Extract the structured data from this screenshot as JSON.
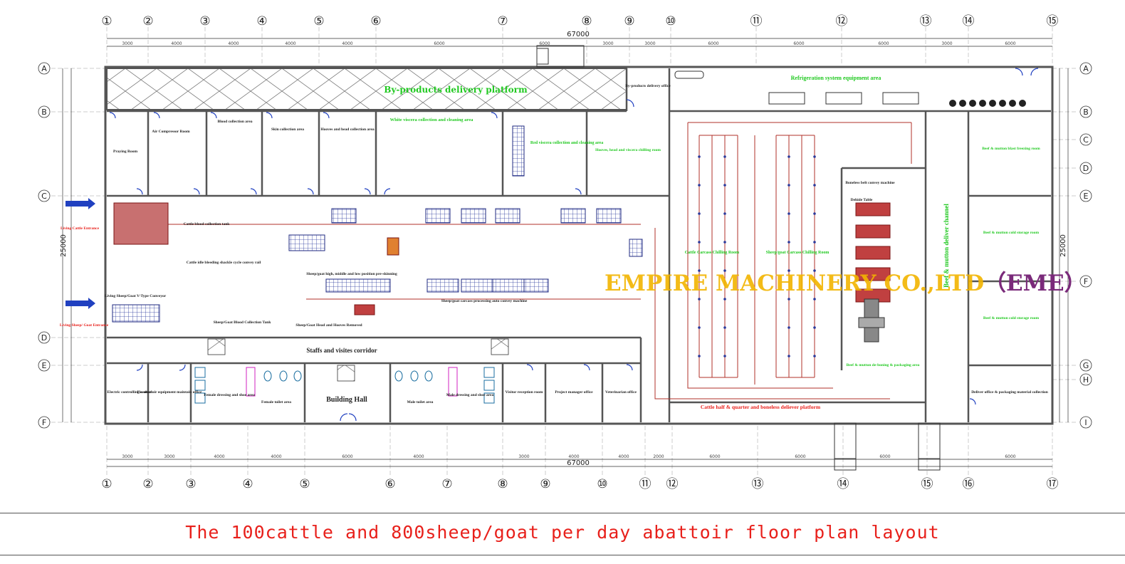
{
  "total_width_dim": "67000",
  "total_height_dim": "25000",
  "top_axes": [
    "①",
    "②",
    "③",
    "④",
    "⑤",
    "⑥",
    "⑦",
    "⑧",
    "⑨",
    "⑩",
    "⑪",
    "⑫",
    "⑬",
    "⑭",
    "⑮"
  ],
  "bottom_axes": [
    "①",
    "②",
    "③",
    "④",
    "⑤",
    "⑥",
    "⑦",
    "⑧",
    "⑨",
    "⑩",
    "⑪",
    "⑫",
    "⑬",
    "⑭",
    "⑮",
    "⑯",
    "⑰"
  ],
  "left_axes": [
    "A",
    "B",
    "C",
    "D",
    "E",
    "F"
  ],
  "right_axes": [
    "A",
    "B",
    "C",
    "D",
    "E",
    "F",
    "G",
    "H",
    "I"
  ],
  "top_segments": [
    "3000",
    "4000",
    "4000",
    "4000",
    "4000",
    "6000",
    "6000",
    "3000",
    "3000",
    "6000",
    "6000",
    "6000",
    "3000",
    "6000"
  ],
  "bottom_segments": [
    "3000",
    "3000",
    "4000",
    "4000",
    "6000",
    "4000",
    "3000",
    "4000",
    "4000",
    "2000",
    "6000",
    "6000",
    "6000",
    "6000"
  ],
  "rooms": {
    "byproducts_platform": "By-products delivery platform",
    "byproducts_office": "By-products delivery office",
    "refrigeration_area": "Refrigeration system equipment area",
    "praying_room": "Praying Room",
    "air_compressor": "Air Compressor Room",
    "blood_collection": "Blood collection area",
    "skin_collection": "Skin collection area",
    "hooves_head": "Hooves and head collection area",
    "white_viscera": "White viscera collection and cleaning area",
    "red_viscera": "Red viscera collection and cleaning area",
    "hooves_chilling": "Hooves, head and viscera chilling room",
    "cattle_chilling": "Cattle Carcass Chilling Room",
    "sheep_chilling": "Sheep/goat Carcass Chilling Room",
    "quick_freezing": "Beef & mutton blast freezing room",
    "cold_storage_1": "Beef & mutton cold storage room",
    "cold_storage_2": "Beef & mutton cold storage room",
    "deliver_channel": "Beef & mutton deliver channel",
    "deboning_area": "Beef & mutton de-boning & packaging area",
    "deliver_office": "Deliver office & packaging material collection",
    "living_cattle": "Living Cattle Entrance",
    "living_sheep": "Living Sheep/ Goat Entrance",
    "corridor": "Staffs and visites corridor",
    "electric": "Electric controlling central",
    "equipment_office": "Fix abattoir equipment maintain office",
    "female_dressing": "Female dressing and shoe area",
    "female_toilet": "Female toilet area",
    "building_hall": "Building Hall",
    "male_toilet": "Male toilet area",
    "male_dressing": "Male dressing and shoe area",
    "visitor_room": "Visitor reception room",
    "project_manager": "Project manager office",
    "veterinarian": "Veterinarian office",
    "cattle_platform": "Cattle half & quarter and boneless deliever platform"
  },
  "line_labels": {
    "cattle_blood_tank": "Cattle blood collection tank",
    "cattle_rail": "Cattle idle bleeding shackle cycle convey rail",
    "sheep_positions": "Sheep/goat high, middle and low position pre-skinning",
    "sheep_conveyor": "Sheep/goat carcass processing auto convey machine",
    "vtype_conveyor": "Living Sheep/Goat V-Type Conveyor",
    "sheep_blood_tank": "Sheep/Goat Blood Collection Tank",
    "sheep_head_removed": "Sheep/Goat Head and Hooves Removed",
    "dehide_table": "Dehide Table",
    "boneless_conveyor": "Boneless belt convey machine"
  },
  "watermark_main": "EMPIRE MACHINERY CO.,LTD",
  "watermark_tag": "（EME）",
  "caption": "The 100cattle and 800sheep/goat per day abattoir floor plan layout",
  "colors": {
    "wall": "#555555",
    "red_label": "#e8201b",
    "green_label": "#22c922",
    "watermark": "#f2b400",
    "watermark_tag": "#7a2a7a",
    "rail": "#b0302a"
  }
}
